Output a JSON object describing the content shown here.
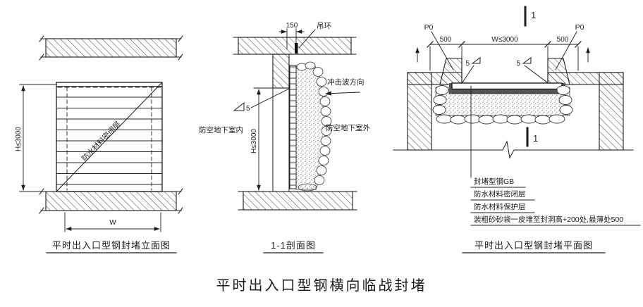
{
  "title": "平时出入口型钢横向临战封堵",
  "elevation": {
    "caption": "平时出入口型钢封堵立面图",
    "height_dim": "H≤3000",
    "width_dim": "W",
    "seal_layer_label": "防水材料密闭层"
  },
  "section": {
    "caption": "1-1剖面图",
    "top_dim": "150",
    "hook_label": "吊环",
    "weld_size": "5",
    "shockwave_label": "冲击波方向",
    "inside_label": "防空地下室内",
    "outside_label": "防空地下室外",
    "height_dim": "H≤3000"
  },
  "plan": {
    "caption": "平时出入口型钢封堵平面图",
    "p0_left": "P0",
    "p0_right": "P0",
    "dim_left": "500",
    "dim_center": "W≤3000",
    "dim_right": "500",
    "weld_left": "5",
    "weld_right": "5",
    "section_mark_top": "1",
    "section_mark_bottom": "1",
    "notes": [
      "封堵型钢GB",
      "防水材料密闭层",
      "防水材料保护层",
      "装粗砂砂袋一皮堆至封洞高+200处,最薄处500"
    ]
  }
}
